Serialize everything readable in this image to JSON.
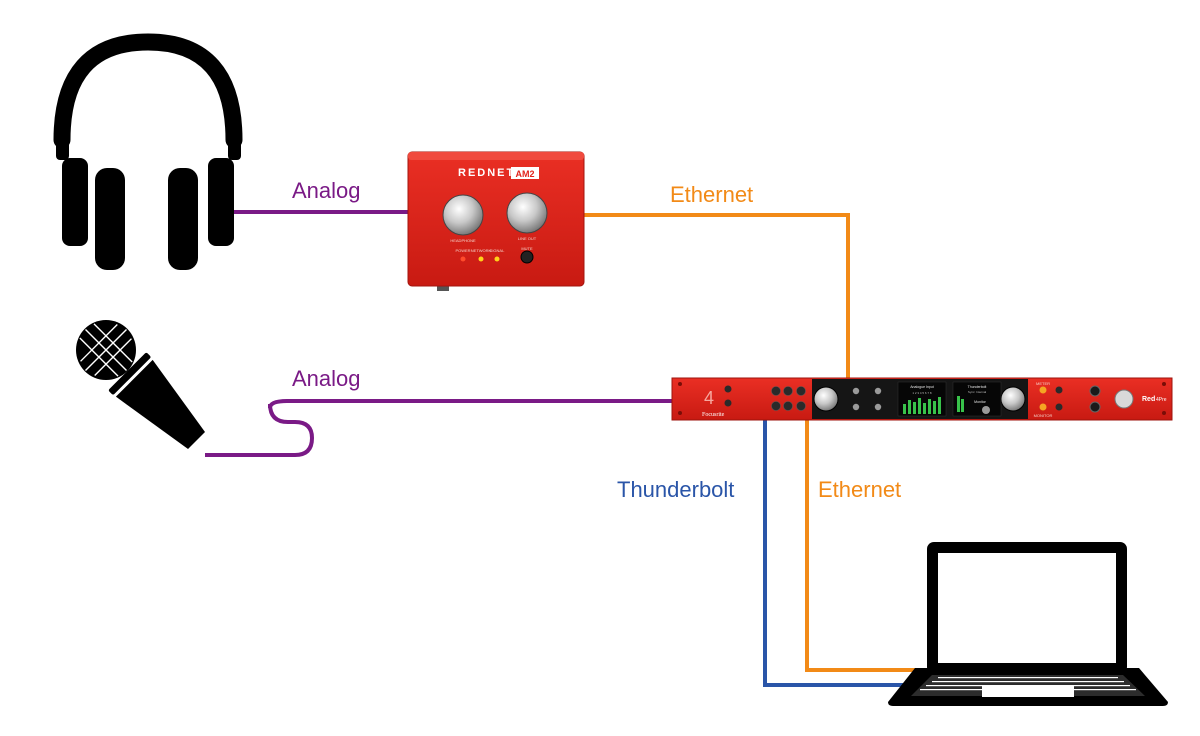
{
  "connections": {
    "headphones_link": "Analog",
    "mic_link": "Analog",
    "am2_ethernet": "Ethernet",
    "laptop_ethernet": "Ethernet",
    "laptop_thunderbolt": "Thunderbolt"
  },
  "am2": {
    "brand": "REDNET",
    "model": "AM2",
    "knob_left": "HEADPHONE",
    "knob_right": "LINE OUT",
    "led_power": "POWER",
    "led_network": "NETWORK",
    "led_signal": "SIGNAL",
    "mute": "MUTE"
  },
  "red4pre": {
    "unit_number": "4",
    "maker": "Focusrite",
    "brand": "Red",
    "brand_suffix": "4Pre",
    "screen1_title": "Analogue Input",
    "screen1_channels": "1 2 3 4 5 6 7 8",
    "screen2_title": "Thunderbolt",
    "screen2_sub": "Sync: Internal",
    "screen2_item": "Monitor",
    "knob_label": "MONITOR",
    "meter_label": "METER"
  },
  "colors": {
    "analog": "#7a1a86",
    "ethernet": "#f28a17",
    "thunderbolt": "#2a55a8",
    "device_red": "#e2231a",
    "icon_black": "#000000"
  },
  "icons": {
    "headphones": "headphones-icon",
    "microphone": "microphone-icon",
    "laptop": "laptop-icon"
  }
}
